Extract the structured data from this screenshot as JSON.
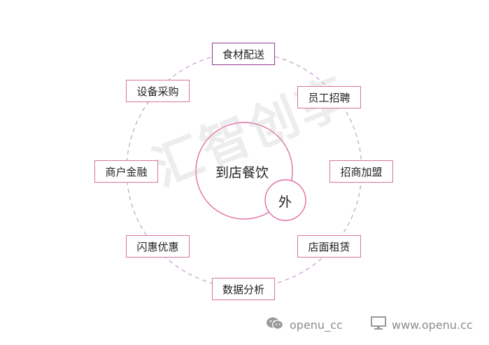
{
  "diagram": {
    "center": "到店餐饮",
    "sub": "外",
    "nodes": [
      {
        "id": "food-delivery",
        "label": "食材配送"
      },
      {
        "id": "staff-recruit",
        "label": "员工招聘"
      },
      {
        "id": "franchise",
        "label": "招商加盟"
      },
      {
        "id": "store-rent",
        "label": "店面租赁"
      },
      {
        "id": "data-analysis",
        "label": "数据分析"
      },
      {
        "id": "flash-deals",
        "label": "闪惠优惠"
      },
      {
        "id": "merchant-finance",
        "label": "商户金融"
      },
      {
        "id": "equipment-purchase",
        "label": "设备采购"
      }
    ]
  },
  "watermark": "汇智创享",
  "footer": {
    "wechat": "openu_cc",
    "website": "www.openu.cc",
    "wechat_icon": "wechat-icon",
    "website_icon": "monitor-icon"
  },
  "colors": {
    "node_border": "#d9759f",
    "top_node_border": "#8e3a8e",
    "ring_dash": "#c79ad0",
    "center_circle": "#e06fa4"
  }
}
